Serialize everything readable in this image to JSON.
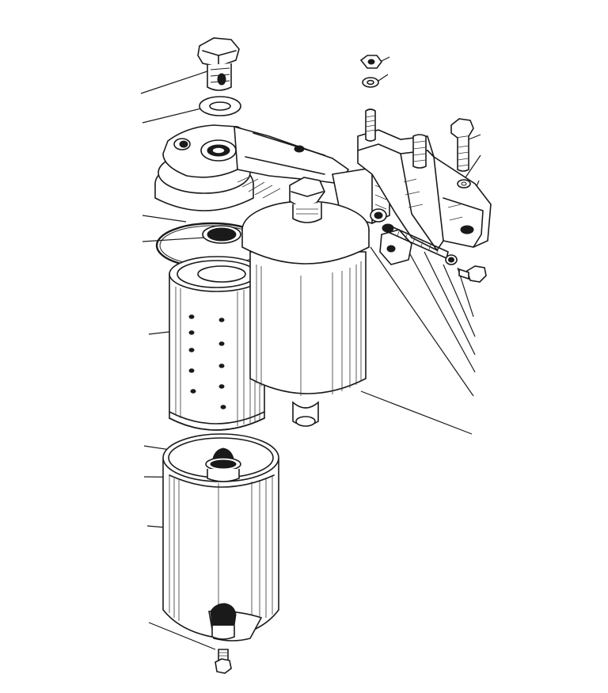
{
  "figure": {
    "subject": "fuel-filter-assembly-exploded-view",
    "ink_color": "#1a1a1a",
    "paper_color": "#ffffff"
  },
  "parts": [
    {
      "id": "hollow-bolt",
      "icon": "bolt-icon"
    },
    {
      "id": "sealing-washer",
      "icon": "washer-icon"
    },
    {
      "id": "filter-head",
      "icon": "housing-icon"
    },
    {
      "id": "o-ring-seal",
      "icon": "ring-icon"
    },
    {
      "id": "filter-gasket",
      "icon": "gasket-icon"
    },
    {
      "id": "fine-filter-element",
      "icon": "cylinder-icon"
    },
    {
      "id": "spring-valve",
      "icon": "valve-icon"
    },
    {
      "id": "valve-seat",
      "icon": "seat-icon"
    },
    {
      "id": "filter-bowl",
      "icon": "cylinder-icon"
    },
    {
      "id": "drain-plug",
      "icon": "plug-icon"
    },
    {
      "id": "second-filter-housing",
      "icon": "cylinder-icon"
    },
    {
      "id": "mounting-bracket",
      "icon": "bracket-icon"
    },
    {
      "id": "nut",
      "icon": "nut-icon"
    },
    {
      "id": "lock-washer",
      "icon": "washer-icon"
    },
    {
      "id": "mounting-bolt",
      "icon": "bolt-icon"
    },
    {
      "id": "spring-washer",
      "icon": "washer-icon"
    },
    {
      "id": "adjusting-screw",
      "icon": "screw-icon"
    },
    {
      "id": "bracket-bolt",
      "icon": "bolt-icon"
    }
  ],
  "leader_lines": [
    {
      "id": "leader-left-1"
    },
    {
      "id": "leader-left-2"
    },
    {
      "id": "leader-left-3"
    },
    {
      "id": "leader-left-4"
    },
    {
      "id": "leader-left-5"
    },
    {
      "id": "leader-left-6"
    },
    {
      "id": "leader-left-7"
    },
    {
      "id": "leader-left-8"
    },
    {
      "id": "leader-left-9"
    },
    {
      "id": "leader-right-1"
    },
    {
      "id": "leader-right-2"
    },
    {
      "id": "leader-right-3"
    },
    {
      "id": "leader-right-4"
    },
    {
      "id": "leader-right-5"
    },
    {
      "id": "leader-right-6"
    },
    {
      "id": "leader-right-7"
    },
    {
      "id": "leader-right-8"
    },
    {
      "id": "leader-right-9"
    },
    {
      "id": "leader-right-10"
    },
    {
      "id": "leader-right-11"
    }
  ]
}
